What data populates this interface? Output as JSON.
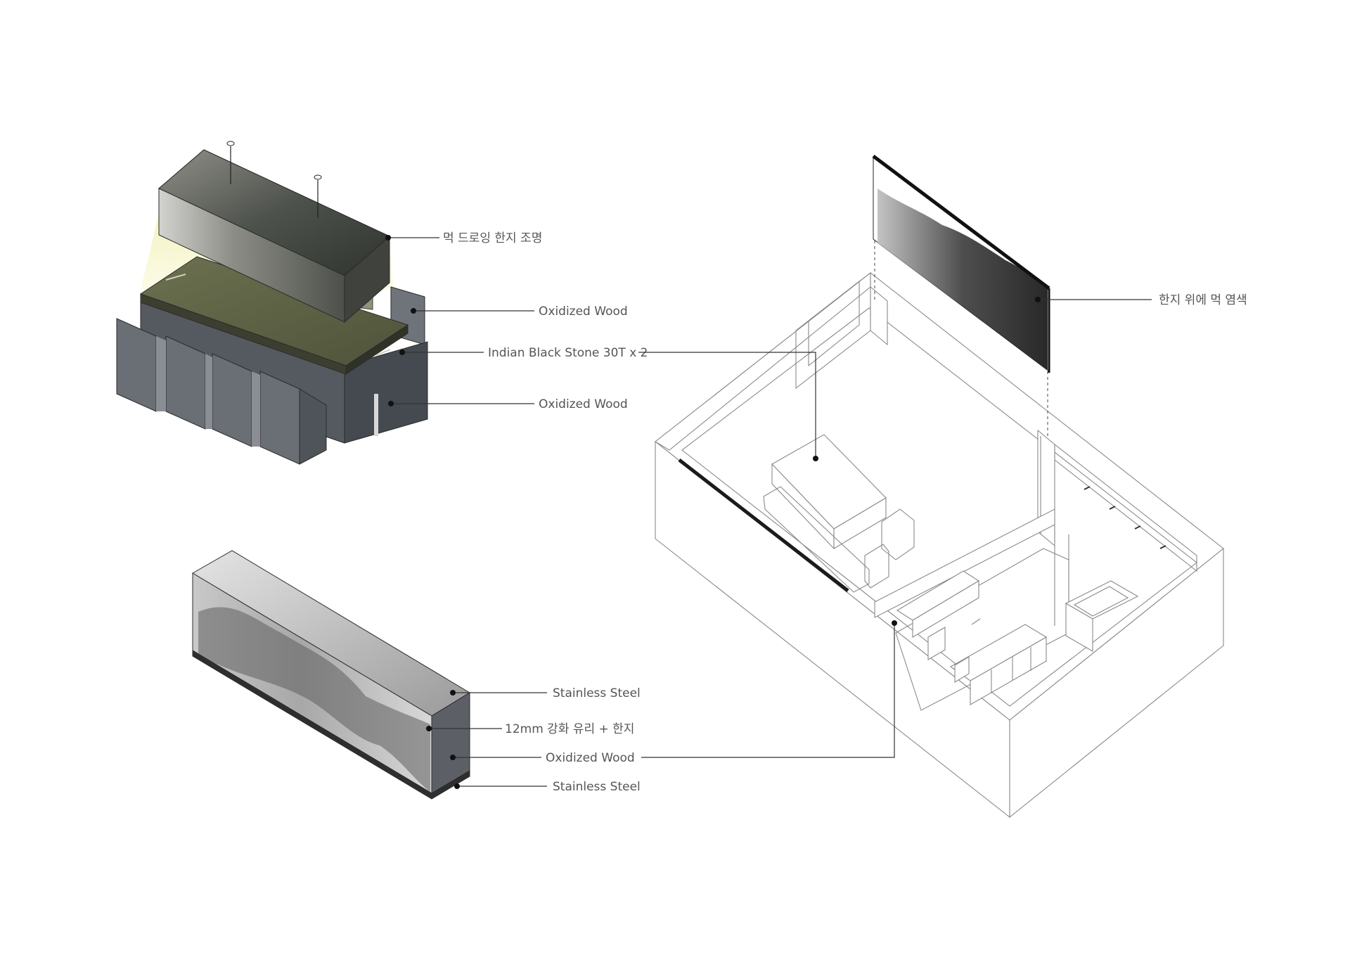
{
  "callouts": {
    "lamp": "먹 드로잉 한지 조명",
    "chair_wood": "Oxidized Wood",
    "stone_top": "Indian Black Stone 30T x 2",
    "table_wood": "Oxidized Wood",
    "cab_top_steel": "Stainless Steel",
    "cab_glass": "12mm 강화 유리 + 한지",
    "cab_wood": "Oxidized Wood",
    "cab_base_steel": "Stainless Steel",
    "wall_art": "한지 위에 먹 염색"
  },
  "colors": {
    "leader": "#333333",
    "label": "#555555",
    "lamp_glow": "#f4f3c3",
    "stone": "#5e6343",
    "oxidized_wood": "#5c6066",
    "line_drawing": "#8a8a8a"
  }
}
